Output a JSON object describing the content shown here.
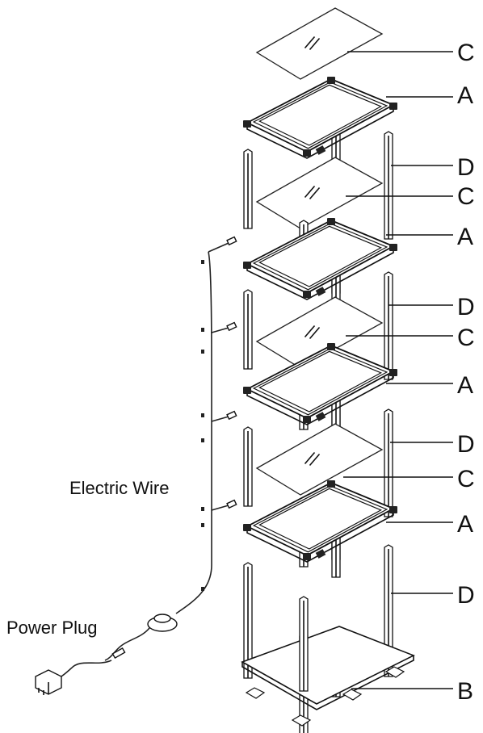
{
  "labels": {
    "A": "A",
    "B": "B",
    "C": "C",
    "D": "D"
  },
  "captions": {
    "electric_wire": "Electric Wire",
    "power_plug": "Power Plug"
  },
  "structure": {
    "shelf_levels": 4,
    "frames": 4,
    "glass_panels": 4,
    "post_sets": 4,
    "base_panels": 1
  }
}
